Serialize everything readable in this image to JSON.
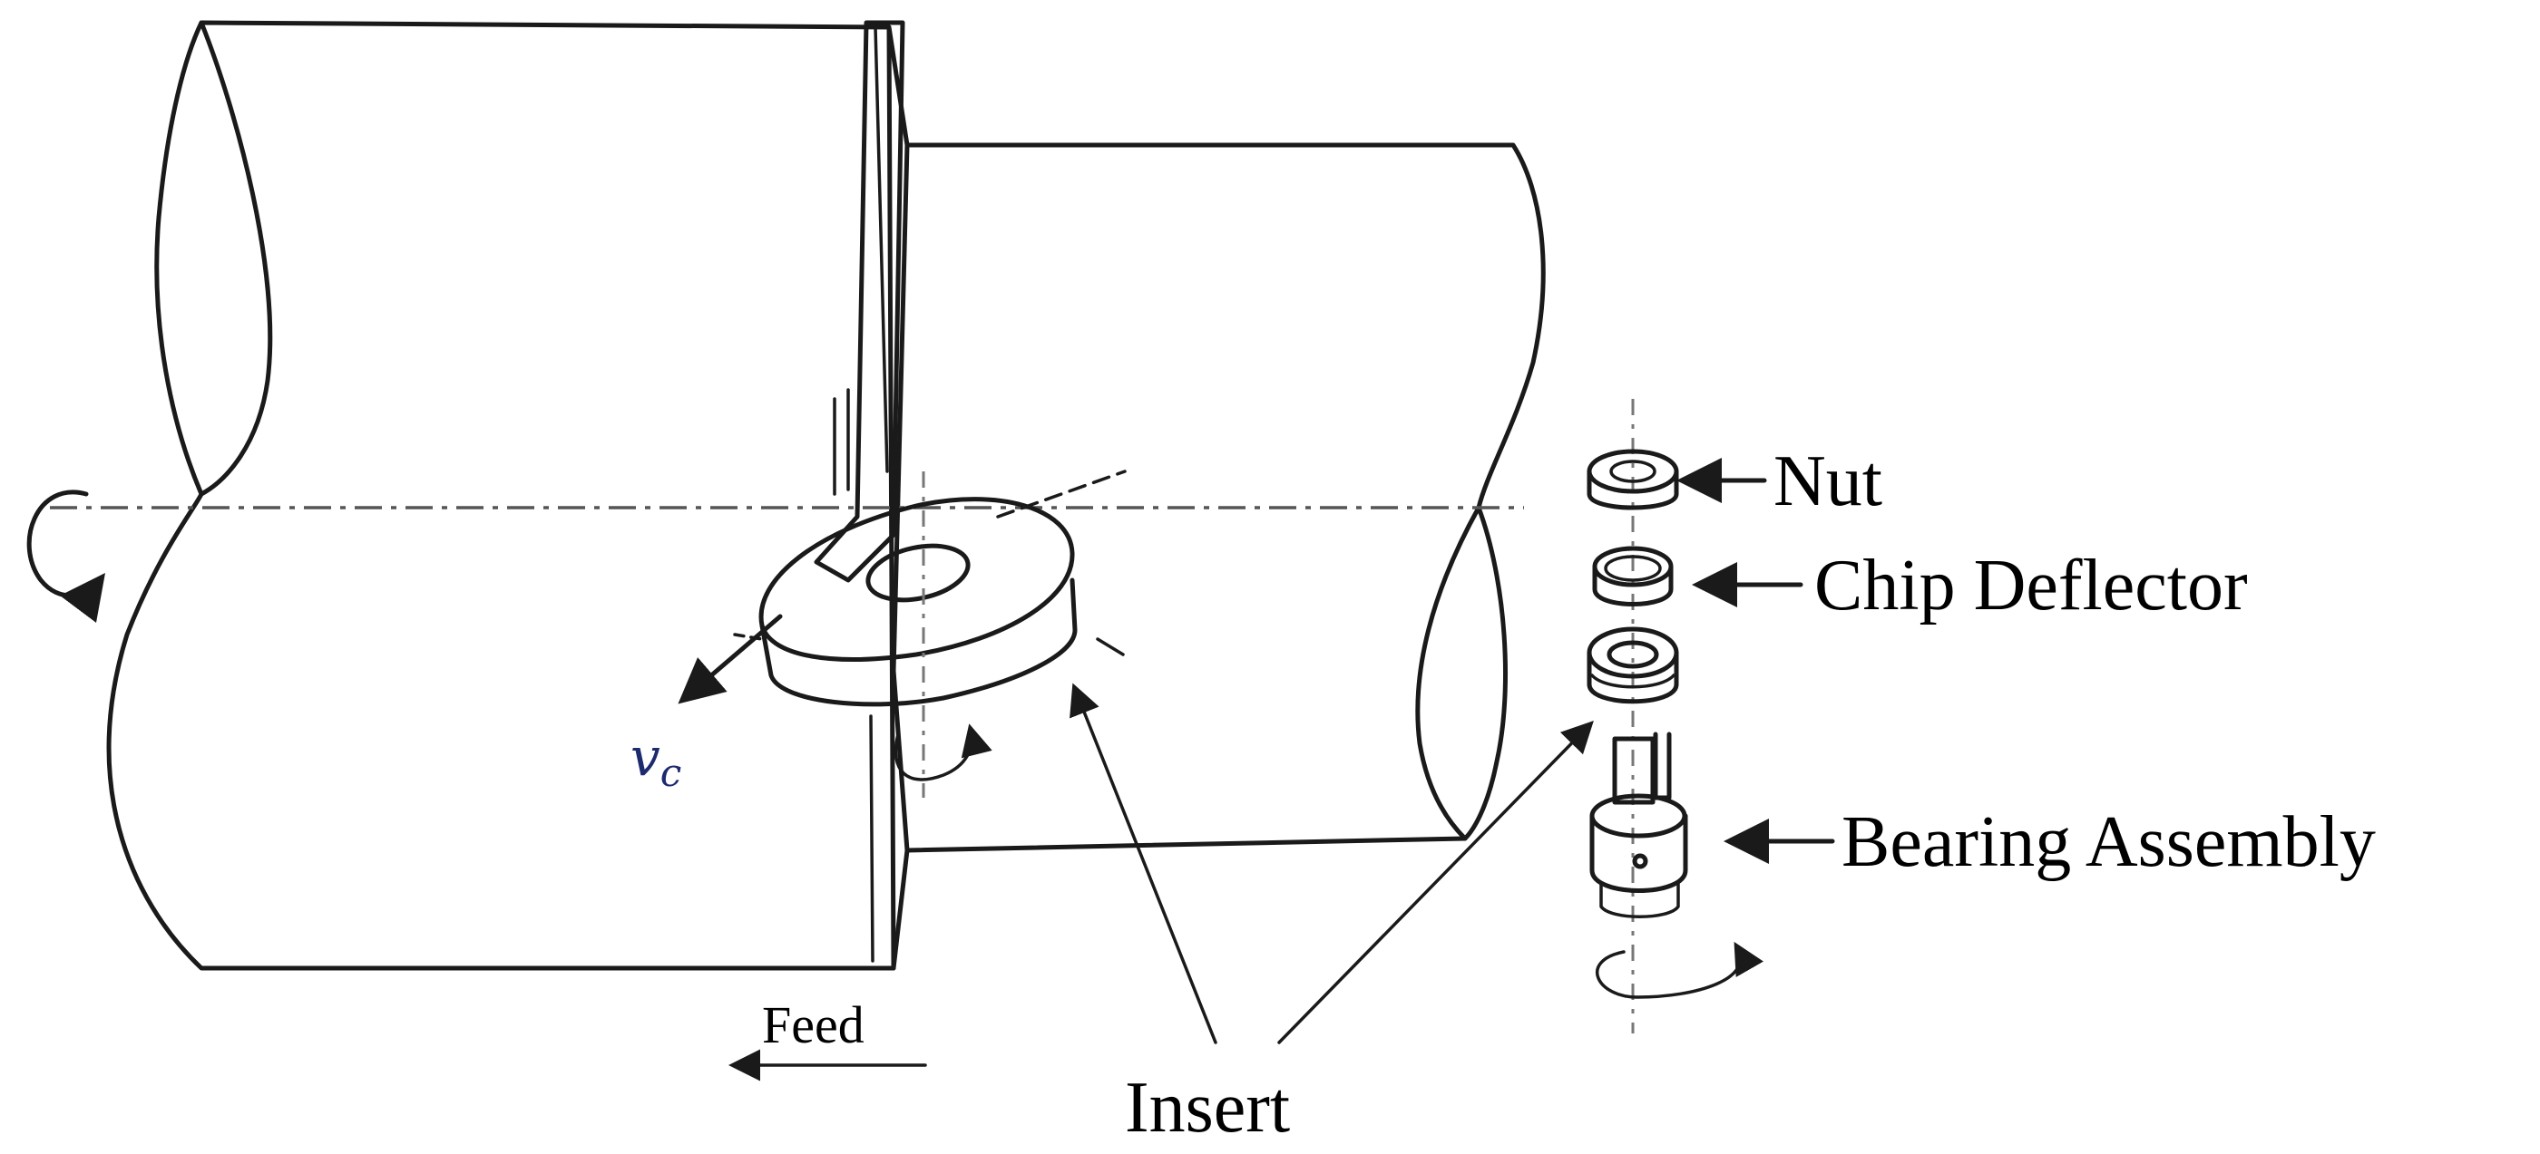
{
  "labels": {
    "nut": "Nut",
    "chip_deflector": "Chip Deflector",
    "bearing_assembly": "Bearing Assembly",
    "insert": "Insert",
    "feed": "Feed",
    "vc": "v",
    "vc_sub": "c"
  },
  "colors": {
    "ink": "#1a1a1a",
    "insert_face": "#7a7a7a",
    "vc_text": "#1c2a6e"
  }
}
